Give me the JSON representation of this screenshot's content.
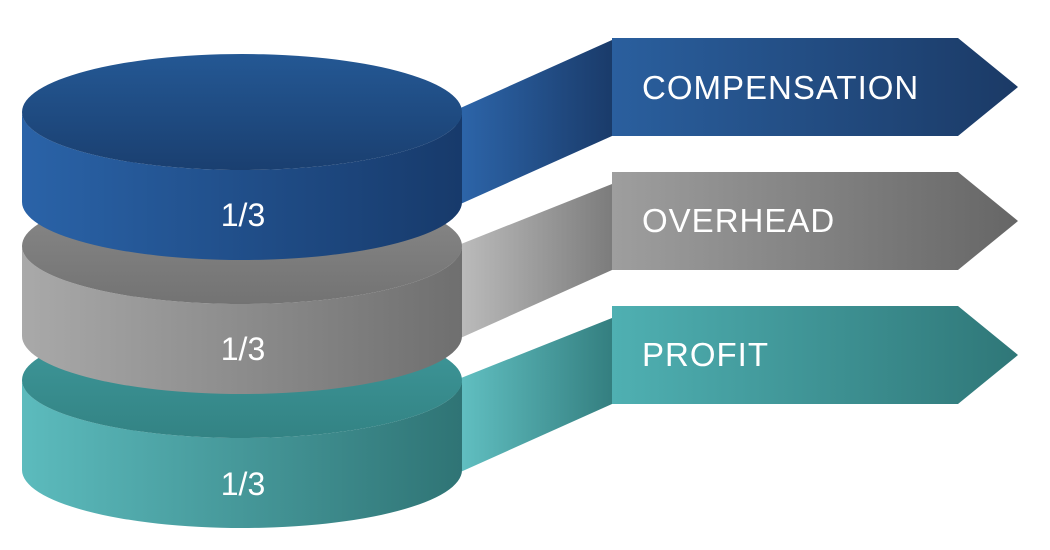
{
  "layers": [
    {
      "fraction": "1/3",
      "label": "COMPENSATION",
      "color": "#1f4e86",
      "color_light": "#2b5f9f",
      "color_dark": "#17335c"
    },
    {
      "fraction": "1/3",
      "label": "OVERHEAD",
      "color": "#8d8d8d",
      "color_light": "#b7b7b7",
      "color_dark": "#6c6c6c"
    },
    {
      "fraction": "1/3",
      "label": "PROFIT",
      "color": "#3f9c9e",
      "color_light": "#5fb9bb",
      "color_dark": "#2f7677"
    }
  ]
}
